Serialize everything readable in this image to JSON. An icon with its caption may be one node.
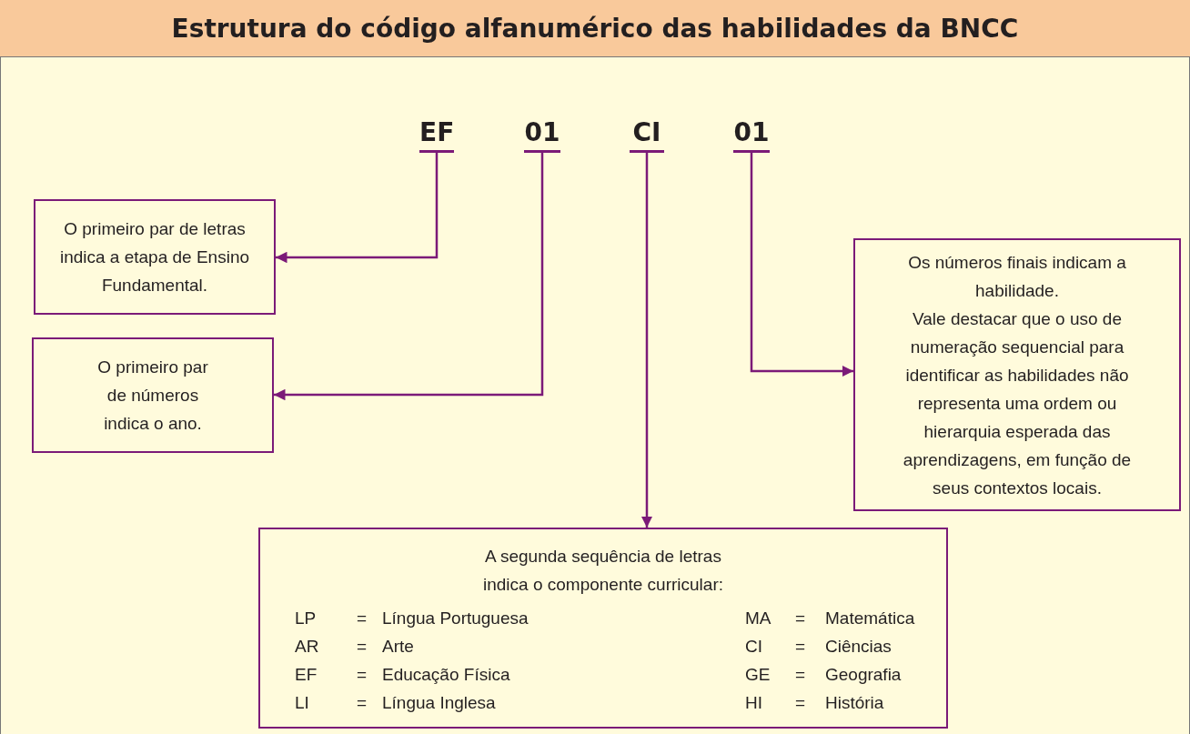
{
  "diagram": {
    "title": "Estrutura do código alfanumérico das habilidades da BNCC",
    "nodes": [
      {
        "text": [
          "EF"
        ]
      },
      {
        "text": [
          "01"
        ]
      },
      {
        "text": [
          "CI"
        ]
      },
      {
        "text": [
          "01"
        ]
      },
      {
        "text": [
          "O primeiro par de letras indica a etapa de Ensino Fundamental."
        ]
      },
      {
        "text": [
          "O primeiro par de números indica o ano."
        ]
      },
      {
        "text": [
          "Os números finais indicam a habilidade.",
          "Vale destacar que o uso de numeração sequencial para identificar as habilidades não representa uma ordem ou hierarquia esperada das aprendizagens, em função de seus contextos locais."
        ]
      },
      {
        "text": [
          "A segunda sequência de letras indica o componente curricular:",
          "LP",
          "=",
          "Língua Portuguesa",
          "MA",
          "=",
          "Matemática",
          "AR",
          "=",
          "Arte",
          "CI",
          "=",
          "Ciências",
          "EF",
          "=",
          "Educação Física",
          "GE",
          "=",
          "Geografia",
          "LI",
          "=",
          "Língua Inglesa",
          "HI",
          "=",
          "História"
        ]
      }
    ],
    "edges": [
      {
        "from": 0,
        "to": 4,
        "arrow": "to"
      },
      {
        "from": 1,
        "to": 5,
        "arrow": "to"
      },
      {
        "from": 3,
        "to": 6,
        "arrow": "to"
      },
      {
        "from": 2,
        "to": 7,
        "arrow": "to"
      }
    ]
  }
}
